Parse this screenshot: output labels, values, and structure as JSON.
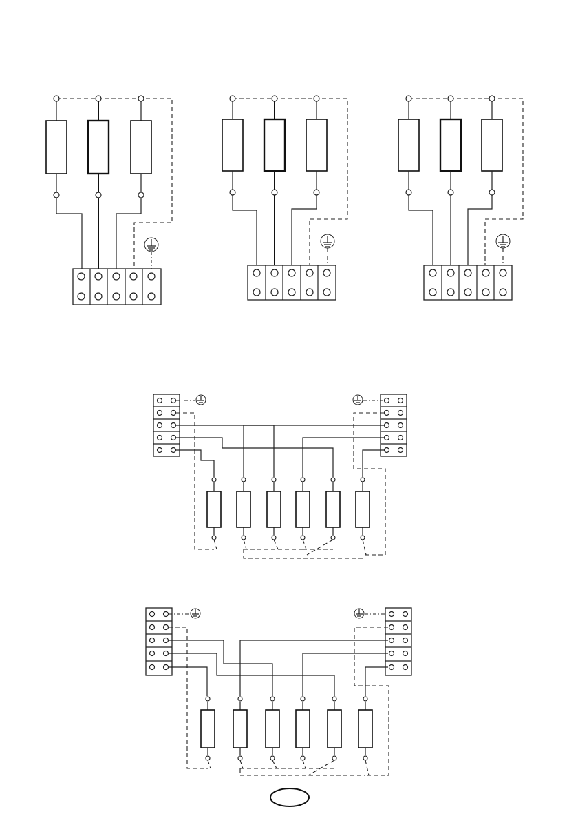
{
  "figure": {
    "description_visible_text": [],
    "diagrams": {
      "top_row": [
        {
          "name": "wiring-diagram-1"
        },
        {
          "name": "wiring-diagram-2"
        },
        {
          "name": "wiring-diagram-3"
        }
      ],
      "bottom": [
        {
          "name": "wiring-diagram-4"
        },
        {
          "name": "wiring-diagram-5"
        }
      ]
    },
    "icons": [
      "earth-ground-icon"
    ],
    "colors": {
      "line": "#222222",
      "background": "#ffffff"
    }
  }
}
